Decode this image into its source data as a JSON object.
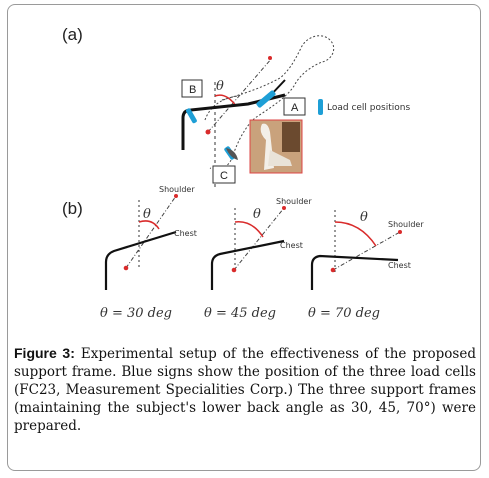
{
  "panel_a_label": "(a)",
  "panel_b_label": "(b)",
  "box_labels": {
    "a": "A",
    "b": "B",
    "c": "C"
  },
  "load_cell_legend": "Load cell positions",
  "theta": "θ",
  "shoulder": "Shoulder",
  "chest": "Chest",
  "angle_labels": [
    "θ = 30 deg",
    "θ = 45 deg",
    "θ = 70 deg"
  ],
  "caption": {
    "figure_label": "Figure 3:",
    "text": " Experimental setup of the effectiveness of the proposed support frame. Blue signs show the position of the three load cells (FC23, Measurement Specialities Corp.) The three support frames (maintaining the subject's lower back angle as 30, 45, 70°) were prepared."
  },
  "colors": {
    "load_cell": "#1e9fd6",
    "angle_arc": "#d92b2b",
    "frame": "#111111",
    "photo_bg": "#c9a27c"
  }
}
